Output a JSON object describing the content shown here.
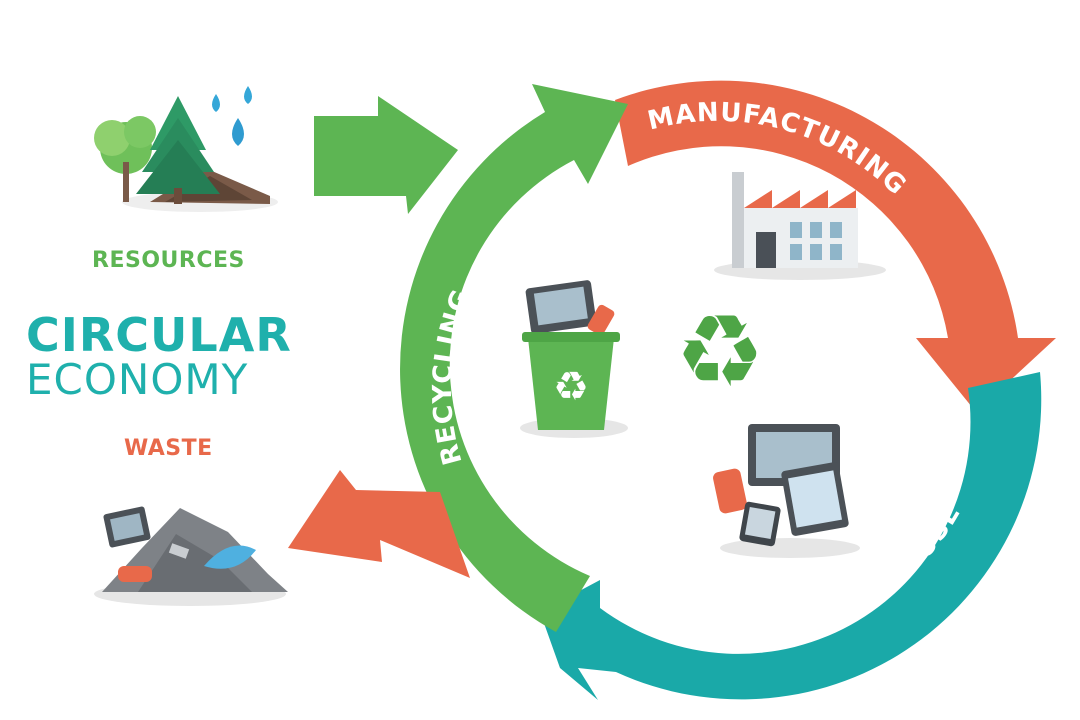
{
  "title": {
    "line1": "CIRCULAR",
    "line2": "ECONOMY"
  },
  "labels": {
    "resources": "RESOURCES",
    "waste": "WASTE"
  },
  "cycle": {
    "manufacturing": "MANUFACTURING",
    "consumption": "CONSUMPTION & USE",
    "recycling": "RECYCLING"
  },
  "icons": {
    "resources": "trees-water-drops-icon",
    "waste": "waste-pile-icon",
    "factory": "factory-icon",
    "bin": "recycle-bin-icon",
    "devices": "devices-icon",
    "recycle": "recycle-symbol-icon"
  },
  "colors": {
    "green": "#5db553",
    "orange": "#e8694a",
    "teal": "#1aa9a8",
    "title_teal": "#1fb0ac",
    "resources_text": "#5db553",
    "waste_text": "#e8694a"
  }
}
